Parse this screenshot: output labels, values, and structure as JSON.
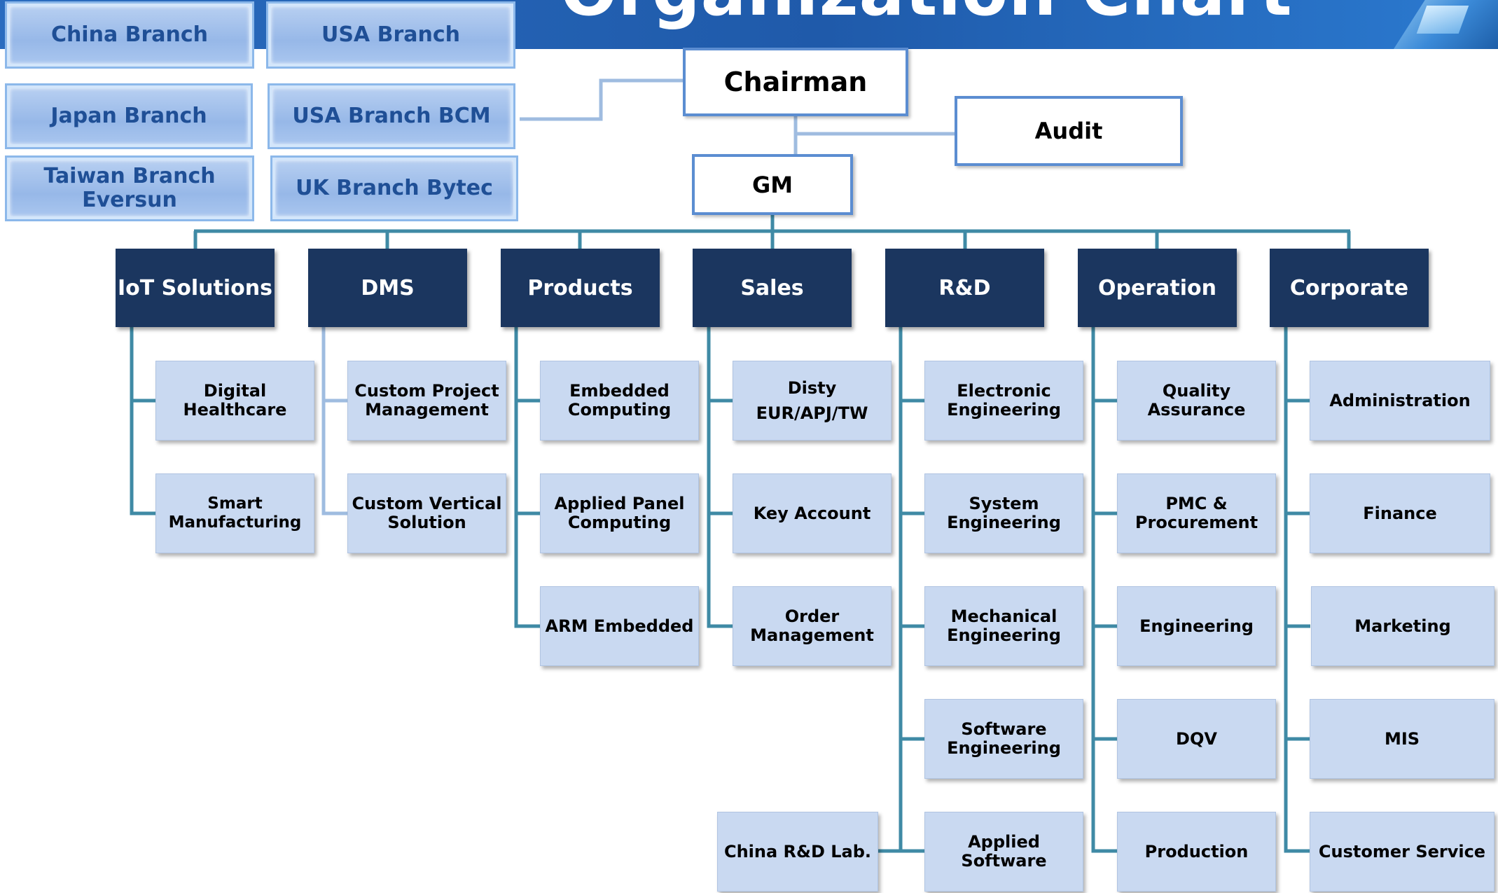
{
  "header": {
    "title": "Organization Chart"
  },
  "branches": [
    {
      "label": "China Branch"
    },
    {
      "label": "USA Branch"
    },
    {
      "label": "Japan Branch"
    },
    {
      "label": "USA Branch BCM"
    },
    {
      "label": "Taiwan Branch Eversun"
    },
    {
      "label": "UK Branch Bytec"
    }
  ],
  "executives": {
    "chairman": "Chairman",
    "audit": "Audit",
    "gm": "GM"
  },
  "departments": [
    {
      "name": "IoT Solutions",
      "units": [
        "Digital Healthcare",
        "Smart Manufacturing"
      ]
    },
    {
      "name": "DMS",
      "units": [
        "Custom Project Management",
        "Custom Vertical Solution"
      ]
    },
    {
      "name": "Products",
      "units": [
        "Embedded Computing",
        "Applied Panel Computing",
        "ARM Embedded"
      ]
    },
    {
      "name": "Sales",
      "units": [
        "Disty EUR/APJ/TW",
        "Key Account",
        "Order Management"
      ]
    },
    {
      "name": "R&D",
      "units": [
        "Electronic Engineering",
        "System Engineering",
        "Mechanical Engineering",
        "Software Engineering",
        "Applied Software"
      ]
    },
    {
      "name": "Operation",
      "units": [
        "Quality Assurance",
        "PMC & Procurement",
        "Engineering",
        "DQV",
        "Production"
      ]
    },
    {
      "name": "Corporate",
      "units": [
        "Administration",
        "Finance",
        "Marketing",
        "MIS",
        "Customer Service"
      ]
    }
  ],
  "rd_lab": "China R&D Lab.",
  "colors": {
    "header_blue": "#2a6cbf",
    "department_navy": "#1b365f",
    "unit_fill": "#c9d9f1",
    "connector_teal": "#3f8aa5",
    "branch_text": "#1f4f96"
  }
}
